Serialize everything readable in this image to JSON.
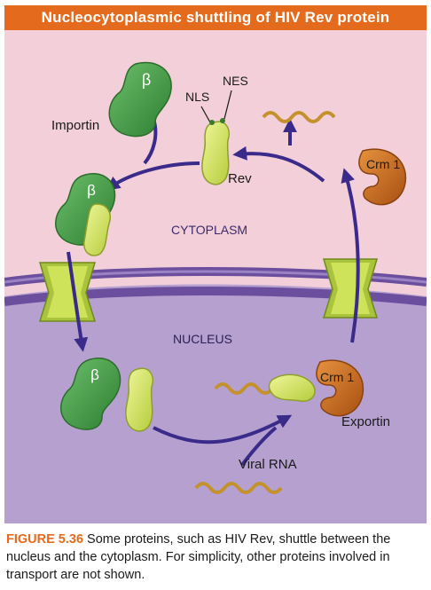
{
  "title": "Nucleocytoplasmic shuttling of HIV Rev protein",
  "labels": {
    "importin": "Importin",
    "nls": "NLS",
    "nes": "NES",
    "rev": "Rev",
    "crm1_top": "Crm 1",
    "crm1_bottom": "Crm 1",
    "cytoplasm": "CYTOPLASM",
    "nucleus": "NUCLEUS",
    "exportin": "Exportin",
    "viral_rna": "Viral RNA",
    "beta": "β"
  },
  "caption": {
    "figure_number": "FIGURE 5.36",
    "text": " Some proteins, such as HIV Rev, shuttle between the nucleus and the cytoplasm. For simplicity, other proteins involved in transport are not shown."
  },
  "colors": {
    "title_bar": "#e46b1d",
    "cytoplasm": "#f3cfd9",
    "nucleus": "#b5a0cf",
    "envelope": "#6b4f9e",
    "importin_green": "#3f9a3f",
    "rev_yellow": "#cfe35a",
    "crm1_orange": "#c8661a",
    "rna_gold": "#c4922c",
    "arrow_purple": "#3a2a8a"
  }
}
